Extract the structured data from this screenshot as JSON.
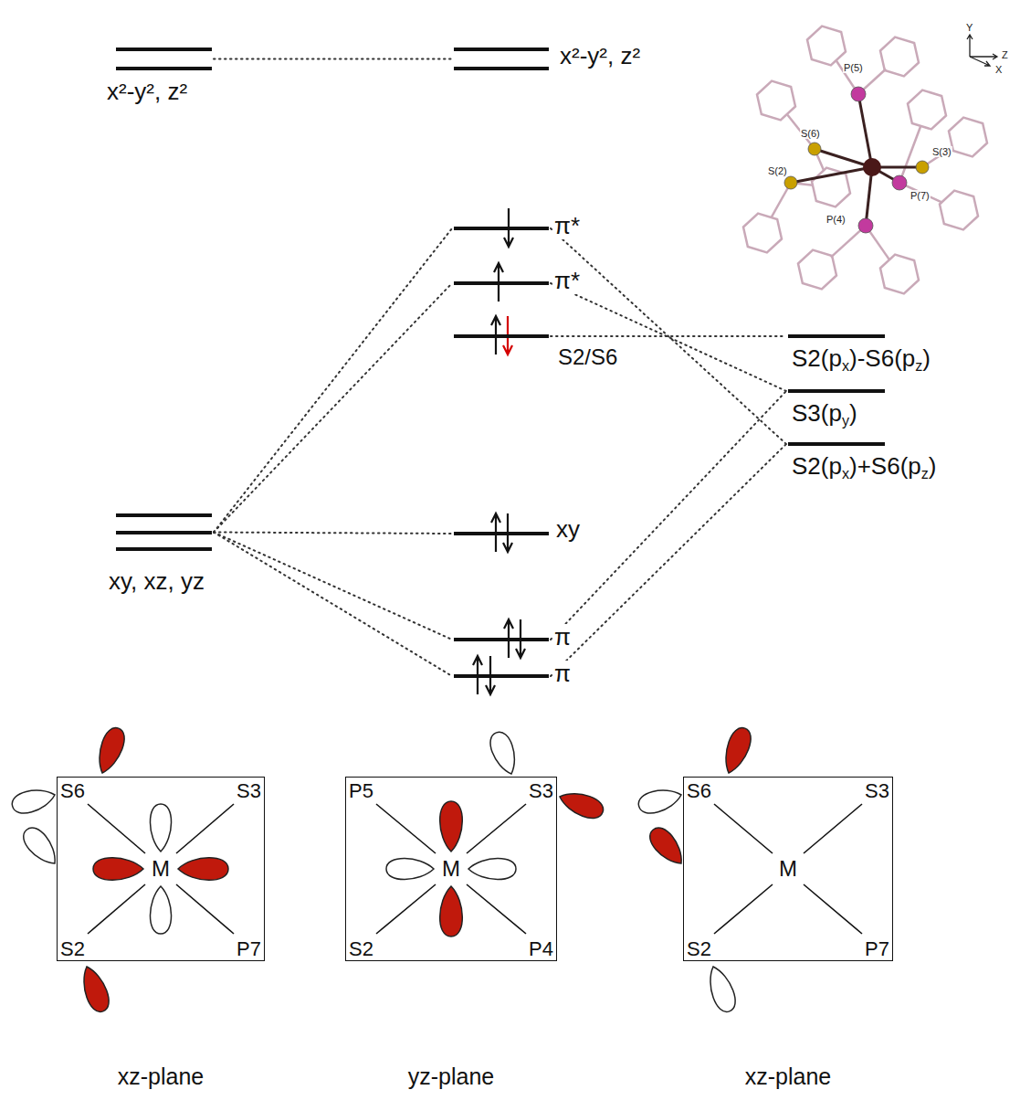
{
  "diagram": {
    "nodes": [
      {
        "text": [
          "x²-y², z²"
        ]
      },
      {
        "text": [
          "x²-y², z²"
        ]
      },
      {
        "text": [
          "xy, xz, yz"
        ]
      },
      {
        "text": [
          "π*"
        ]
      },
      {
        "text": [
          "π*"
        ]
      },
      {
        "text": [
          "S2/S6"
        ]
      },
      {
        "text": [
          "xy"
        ]
      },
      {
        "text": [
          "π"
        ]
      },
      {
        "text": [
          "π"
        ]
      },
      {
        "text": [
          "S2(px)-S6(pz)"
        ]
      },
      {
        "text": [
          "S3(py)"
        ]
      },
      {
        "text": [
          "S2(px)+S6(pz)"
        ]
      },
      {
        "text": [
          "S6",
          "S3",
          "M",
          "S2",
          "P7",
          "xz-plane"
        ]
      },
      {
        "text": [
          "P5",
          "S3",
          "M",
          "S2",
          "P4",
          "yz-plane"
        ]
      },
      {
        "text": [
          "S6",
          "S3",
          "M",
          "S2",
          "P7",
          "xz-plane"
        ]
      }
    ],
    "edges": [
      {
        "from": 0,
        "to": 1,
        "arrow": "none"
      },
      {
        "from": 2,
        "to": 3,
        "arrow": "none"
      },
      {
        "from": 2,
        "to": 4,
        "arrow": "none"
      },
      {
        "from": 2,
        "to": 6,
        "arrow": "none"
      },
      {
        "from": 2,
        "to": 7,
        "arrow": "none"
      },
      {
        "from": 2,
        "to": 8,
        "arrow": "none"
      },
      {
        "from": 5,
        "to": 9,
        "arrow": "none"
      },
      {
        "from": 3,
        "to": 11,
        "arrow": "none"
      },
      {
        "from": 4,
        "to": 10,
        "arrow": "none"
      },
      {
        "from": 7,
        "to": 10,
        "arrow": "none"
      },
      {
        "from": 8,
        "to": 11,
        "arrow": "none"
      }
    ],
    "labels": [
      "P(5)",
      "S(6)",
      "S(3)",
      "S(2)",
      "P(7)",
      "P(4)",
      "Y",
      "Z",
      "X"
    ]
  }
}
